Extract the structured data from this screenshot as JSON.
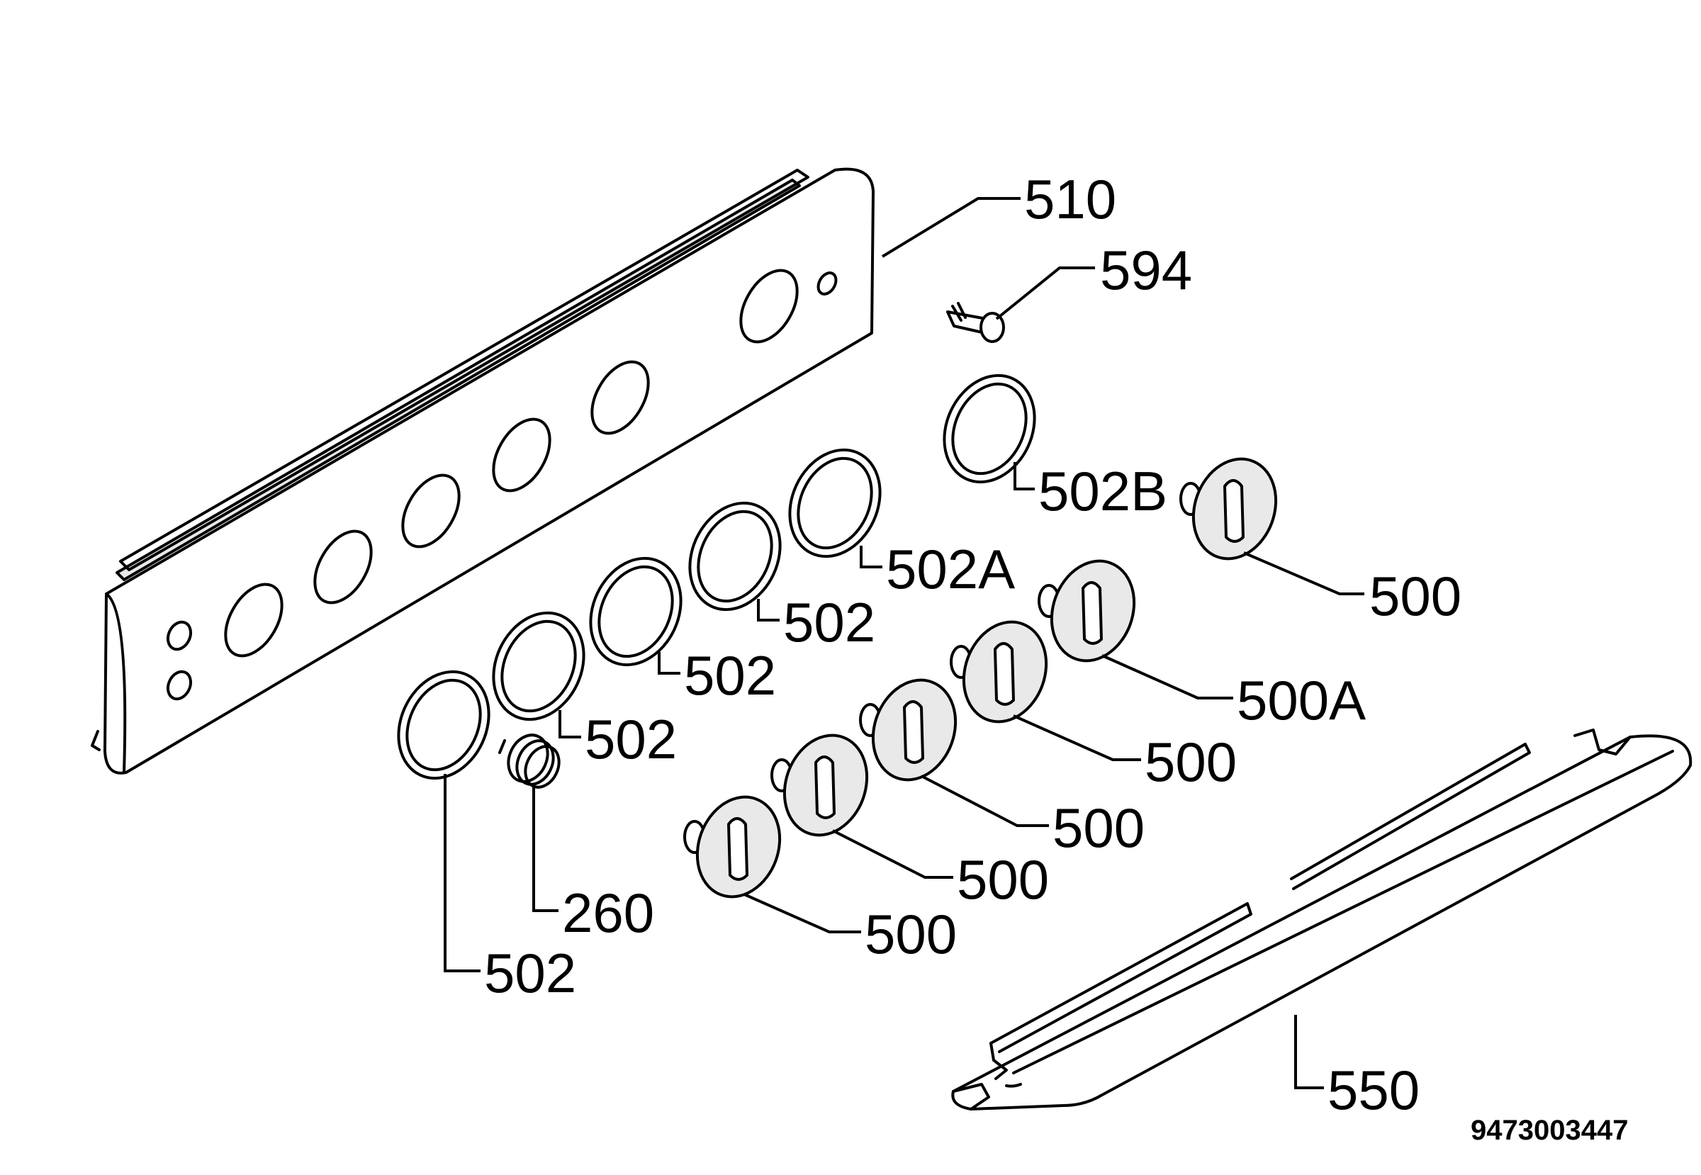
{
  "diagram": {
    "labels": {
      "panel": "510",
      "lamp": "594",
      "bezel_b": "502B",
      "bezel_a": "502A",
      "bezel_4": "502",
      "bezel_3": "502",
      "bezel_2": "502",
      "bezel_1": "502",
      "spring": "260",
      "knob_right": "500",
      "knob_a": "500A",
      "knob_5": "500",
      "knob_4": "500",
      "knob_3": "500",
      "knob_2": "500",
      "strip": "550"
    },
    "drawing_number": "9473003447"
  }
}
